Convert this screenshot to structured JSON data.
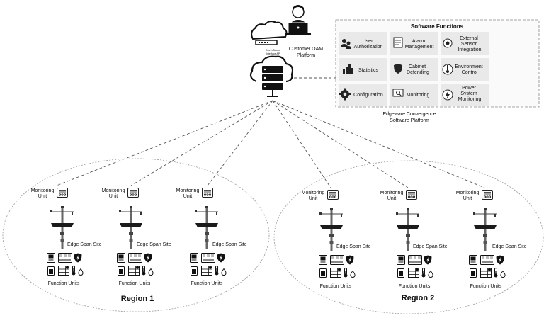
{
  "customer": {
    "platform_label_1": "Customer OAM",
    "platform_label_2": "Platform",
    "api_label_1": "North Bound",
    "api_label_2": "Interface API"
  },
  "software_functions": {
    "title": "Software Functions",
    "items": [
      {
        "label_lines": [
          "User",
          "Authorization"
        ],
        "icon": "users-key-icon"
      },
      {
        "label_lines": [
          "Alarm",
          "Management"
        ],
        "icon": "alarm-list-icon"
      },
      {
        "label_lines": [
          "External",
          "Sensor",
          "Integration"
        ],
        "icon": "sensor-icon"
      },
      {
        "label_lines": [
          "Statistics"
        ],
        "icon": "statistics-icon"
      },
      {
        "label_lines": [
          "Cabinet",
          "Defending"
        ],
        "icon": "shield-icon"
      },
      {
        "label_lines": [
          "Environment",
          "Control"
        ],
        "icon": "thermometer-icon"
      },
      {
        "label_lines": [
          "Configuration"
        ],
        "icon": "gear-icon"
      },
      {
        "label_lines": [
          "Monitoring"
        ],
        "icon": "monitor-icon"
      },
      {
        "label_lines": [
          "Power",
          "System",
          "Monitoring"
        ],
        "icon": "power-icon"
      }
    ],
    "platform_label_1": "Edgeware Convergence",
    "platform_label_2": "Software Platform"
  },
  "sites": [
    {
      "unit_line1": "Monitoring",
      "unit_line2": "Unit",
      "site_label": "Edge Span Site",
      "units_label": "Function Units"
    },
    {
      "unit_line1": "Monitoring",
      "unit_line2": "Unit",
      "site_label": "Edge Span Site",
      "units_label": "Function Units"
    },
    {
      "unit_line1": "Monitoring",
      "unit_line2": "Unit",
      "site_label": "Edge Span Site",
      "units_label": "Function Units"
    },
    {
      "unit_line1": "Monitoring",
      "unit_line2": "Unit",
      "site_label": "Edge Span Site",
      "units_label": "Function Units"
    },
    {
      "unit_line1": "Monitoring",
      "unit_line2": "Unit",
      "site_label": "Edge Span Site",
      "units_label": "Function Units"
    },
    {
      "unit_line1": "Monitoring",
      "unit_line2": "Unit",
      "site_label": "Edge Span Site",
      "units_label": "Function Units"
    }
  ],
  "regions": [
    {
      "label": "Region 1"
    },
    {
      "label": "Region 2"
    }
  ]
}
